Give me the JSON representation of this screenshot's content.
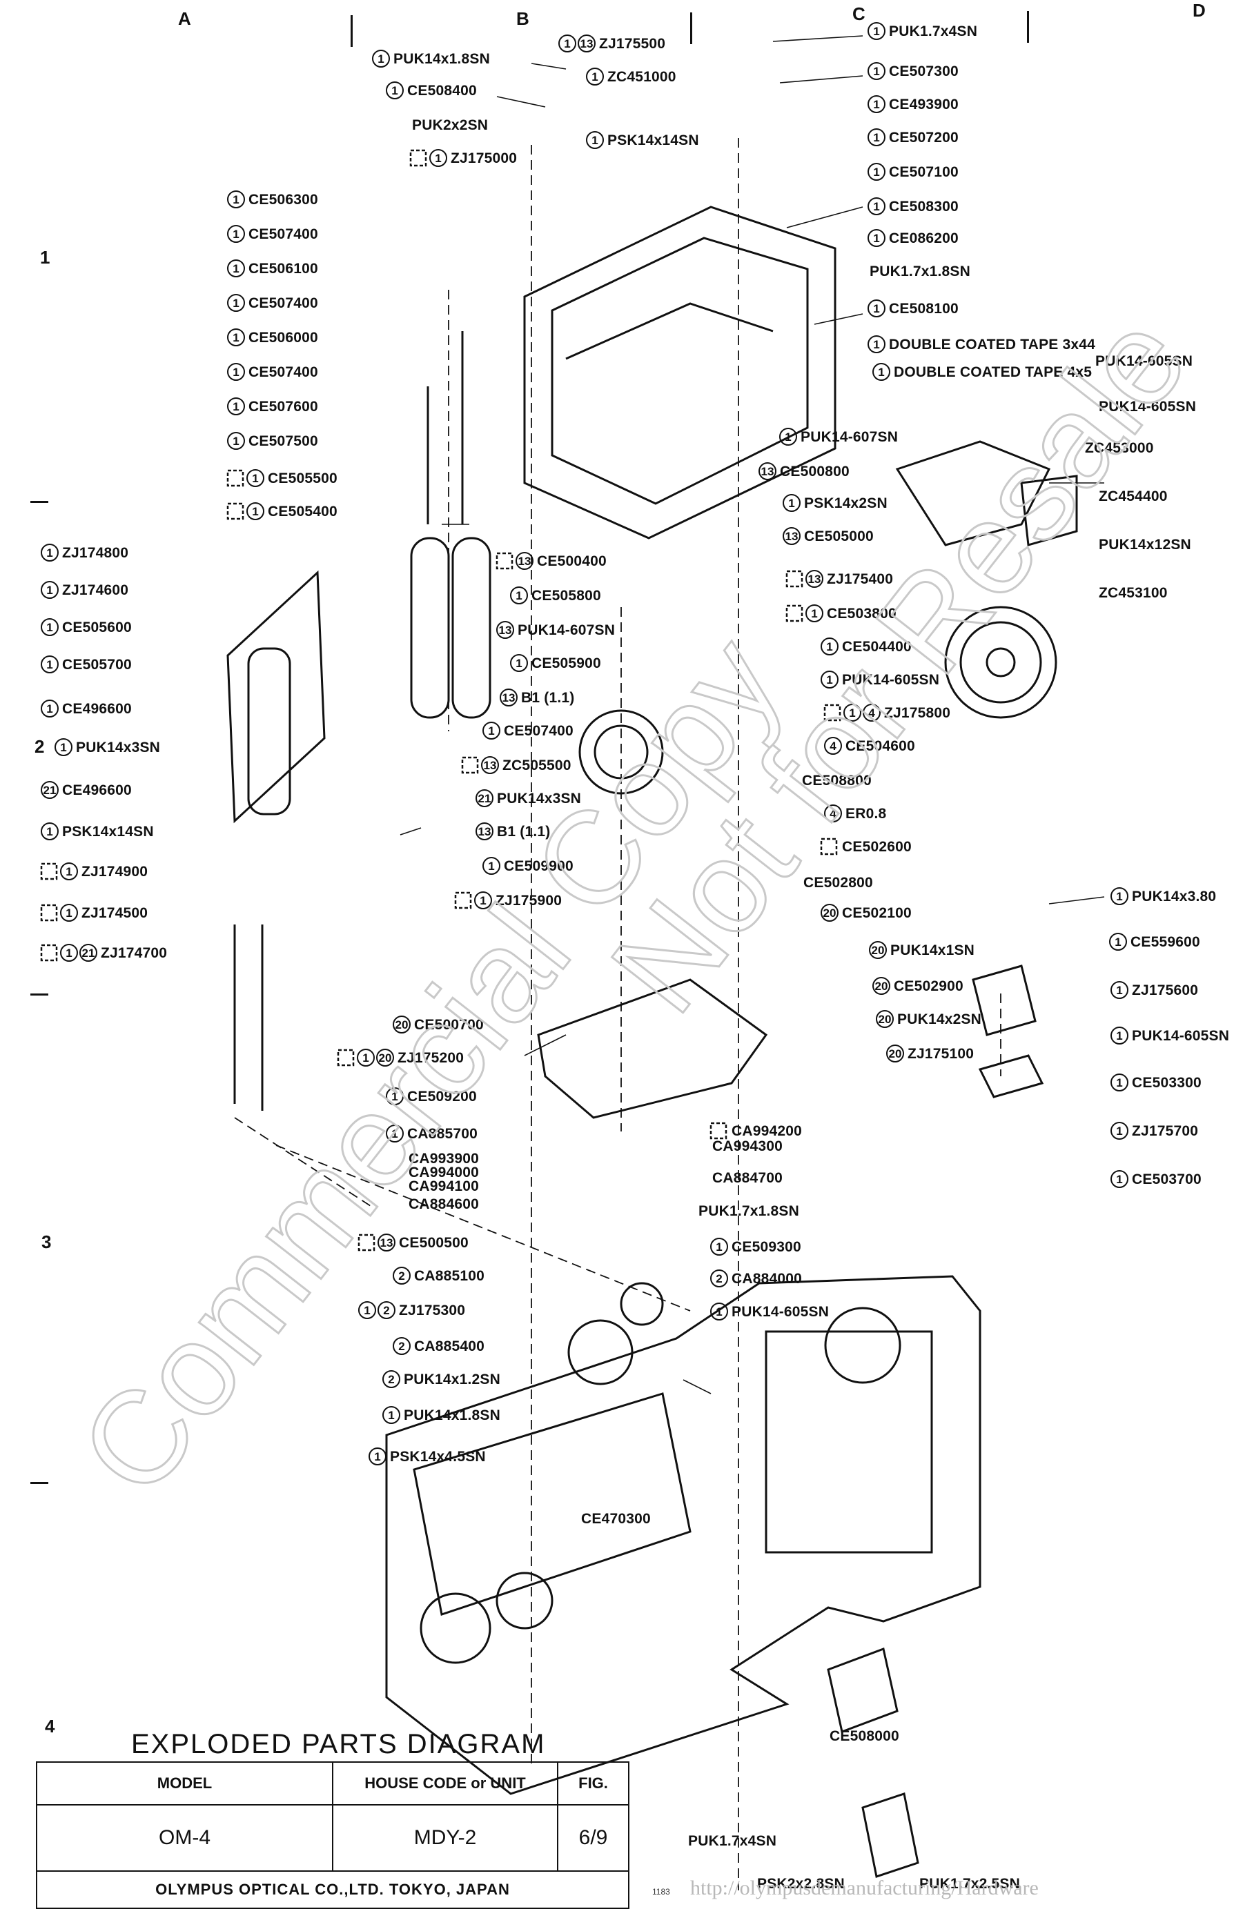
{
  "grid": {
    "columns": [
      "A",
      "B",
      "C",
      "D"
    ],
    "rows": [
      "1",
      "2",
      "3",
      "4"
    ]
  },
  "title": "EXPLODED PARTS DIAGRAM",
  "title_block": {
    "model_header": "MODEL",
    "unit_header": "HOUSE CODE or UNIT",
    "fig_header": "FIG.",
    "model": "OM-4",
    "unit": "MDY-2",
    "fig": "6/9",
    "company": "OLYMPUS OPTICAL CO.,LTD. TOKYO, JAPAN",
    "page_code": "1183"
  },
  "watermark": {
    "line1": "Commercial Copy",
    "line2": "Not for Resale",
    "url": "http://olympusdemanufacturing/Hardware"
  },
  "colors": {
    "ink": "#111111",
    "watermark": "#c9c9c9",
    "paper": "#ffffff"
  },
  "labels": [
    {
      "qty": "1",
      "code": "PUK14x1.8SN"
    },
    {
      "qty": "1",
      "code": "CE508400"
    },
    {
      "qty": "",
      "code": "PUK2x2SN"
    },
    {
      "qty": "1",
      "code": "ZJ175000",
      "mark": "revised"
    },
    {
      "qty": "1",
      "code": "CE506300"
    },
    {
      "qty": "1",
      "code": "CE507400"
    },
    {
      "qty": "1",
      "code": "CE506100"
    },
    {
      "qty": "1",
      "code": "CE507400"
    },
    {
      "qty": "1",
      "code": "CE506000"
    },
    {
      "qty": "1",
      "code": "CE507400"
    },
    {
      "qty": "1",
      "code": "CE507600"
    },
    {
      "qty": "1",
      "code": "CE507500"
    },
    {
      "qty": "1",
      "code": "CE505500",
      "mark": "revised"
    },
    {
      "qty": "1",
      "code": "CE505400",
      "mark": "revised"
    },
    {
      "qty": "1",
      "code": "ZJ174800"
    },
    {
      "qty": "1",
      "code": "ZJ174600"
    },
    {
      "qty": "1",
      "code": "CE505600"
    },
    {
      "qty": "1",
      "code": "CE505700"
    },
    {
      "qty": "1",
      "code": "CE496600"
    },
    {
      "qty": "1",
      "code": "PUK14x3SN"
    },
    {
      "qty": "21",
      "code": "CE496600"
    },
    {
      "qty": "1",
      "code": "PSK14x14SN"
    },
    {
      "qty": "1",
      "code": "ZJ174900",
      "mark": "revised"
    },
    {
      "qty": "1",
      "code": "ZJ174500",
      "mark": "revised"
    },
    {
      "qty": "1 21",
      "code": "ZJ174700",
      "mark": "revised"
    },
    {
      "qty": "1 13",
      "code": "ZJ175500"
    },
    {
      "qty": "1",
      "code": "ZC451000"
    },
    {
      "qty": "1",
      "code": "PSK14x14SN"
    },
    {
      "qty": "13",
      "code": "CE500400",
      "mark": "revised"
    },
    {
      "qty": "1",
      "code": "CE505800"
    },
    {
      "qty": "13",
      "code": "PUK14-607SN"
    },
    {
      "qty": "1",
      "code": "CE505900"
    },
    {
      "qty": "13",
      "code": "B1 (1.1)"
    },
    {
      "qty": "1",
      "code": "CE507400"
    },
    {
      "qty": "13",
      "code": "ZC505500",
      "mark": "revised"
    },
    {
      "qty": "21",
      "code": "PUK14x3SN"
    },
    {
      "qty": "13",
      "code": "B1 (1.1)"
    },
    {
      "qty": "1",
      "code": "CE509900"
    },
    {
      "qty": "1",
      "code": "ZJ175900",
      "mark": "revised"
    },
    {
      "qty": "20",
      "code": "CE500700"
    },
    {
      "qty": "1 20",
      "code": "ZJ175200",
      "mark": "revised"
    },
    {
      "qty": "1",
      "code": "CE509200"
    },
    {
      "qty": "1",
      "code": "CA885700"
    },
    {
      "qty": "",
      "code": "CA993900"
    },
    {
      "qty": "",
      "code": "CA994000"
    },
    {
      "qty": "",
      "code": "CA994100"
    },
    {
      "qty": "",
      "code": "CA884600"
    },
    {
      "qty": "13",
      "code": "CE500500",
      "mark": "revised"
    },
    {
      "qty": "2",
      "code": "CA885100"
    },
    {
      "qty": "1 2",
      "code": "ZJ175300"
    },
    {
      "qty": "2",
      "code": "CA885400"
    },
    {
      "qty": "2",
      "code": "PUK14x1.2SN"
    },
    {
      "qty": "1",
      "code": "PUK14x1.8SN"
    },
    {
      "qty": "1",
      "code": "PSK14x4.5SN"
    },
    {
      "qty": "",
      "code": "CE470300"
    },
    {
      "qty": "1",
      "code": "PUK1.7x4SN"
    },
    {
      "qty": "1",
      "code": "CE507300"
    },
    {
      "qty": "1",
      "code": "CE493900"
    },
    {
      "qty": "1",
      "code": "CE507200"
    },
    {
      "qty": "1",
      "code": "CE507100"
    },
    {
      "qty": "1",
      "code": "CE508300"
    },
    {
      "qty": "1",
      "code": "CE086200"
    },
    {
      "qty": "",
      "code": "PUK1.7x1.8SN"
    },
    {
      "qty": "1",
      "code": "CE508100"
    },
    {
      "qty": "1",
      "code": "DOUBLE COATED TAPE 3x44"
    },
    {
      "qty": "1",
      "code": "DOUBLE COATED TAPE 4x5"
    },
    {
      "qty": "1",
      "code": "PUK14-607SN"
    },
    {
      "qty": "13",
      "code": "CE500800"
    },
    {
      "qty": "1",
      "code": "PSK14x2SN"
    },
    {
      "qty": "13",
      "code": "CE505000"
    },
    {
      "qty": "13",
      "code": "ZJ175400",
      "mark": "revised"
    },
    {
      "qty": "1",
      "code": "CE503800",
      "mark": "revised"
    },
    {
      "qty": "1",
      "code": "CE504400"
    },
    {
      "qty": "1",
      "code": "PUK14-605SN"
    },
    {
      "qty": "1 4",
      "code": "ZJ175800",
      "mark": "revised"
    },
    {
      "qty": "4",
      "code": "CE504600"
    },
    {
      "qty": "",
      "code": "CE508800"
    },
    {
      "qty": "4",
      "code": "ER0.8"
    },
    {
      "qty": "",
      "code": "CE502600",
      "mark": "revised"
    },
    {
      "qty": "",
      "code": "CE502800"
    },
    {
      "qty": "20",
      "code": "CE502100"
    },
    {
      "qty": "20",
      "code": "PUK14x1SN"
    },
    {
      "qty": "20",
      "code": "CE502900"
    },
    {
      "qty": "20",
      "code": "PUK14x2SN"
    },
    {
      "qty": "20",
      "code": "ZJ175100"
    },
    {
      "qty": "",
      "code": "CA994200",
      "mark": "revised"
    },
    {
      "qty": "",
      "code": "CA994300"
    },
    {
      "qty": "",
      "code": "CA884700"
    },
    {
      "qty": "",
      "code": "PUK1.7x1.8SN"
    },
    {
      "qty": "1",
      "code": "CE509300"
    },
    {
      "qty": "2",
      "code": "CA884000"
    },
    {
      "qty": "1",
      "code": "PUK14-605SN"
    },
    {
      "qty": "",
      "code": "PUK14-605SN"
    },
    {
      "qty": "",
      "code": "PUK14-605SN"
    },
    {
      "qty": "",
      "code": "ZC453000"
    },
    {
      "qty": "",
      "code": "ZC454400"
    },
    {
      "qty": "",
      "code": "PUK14x12SN"
    },
    {
      "qty": "",
      "code": "ZC453100"
    },
    {
      "qty": "1",
      "code": "PUK14x3.80"
    },
    {
      "qty": "1",
      "code": "CE559600"
    },
    {
      "qty": "1",
      "code": "ZJ175600"
    },
    {
      "qty": "1",
      "code": "PUK14-605SN"
    },
    {
      "qty": "1",
      "code": "CE503300"
    },
    {
      "qty": "1",
      "code": "ZJ175700"
    },
    {
      "qty": "1",
      "code": "CE503700"
    },
    {
      "qty": "",
      "code": "CE508000"
    },
    {
      "qty": "",
      "code": "PUK1.7x4SN"
    },
    {
      "qty": "",
      "code": "PSK2x2.8SN"
    },
    {
      "qty": "",
      "code": "PUK1.7x2.5SN"
    }
  ]
}
